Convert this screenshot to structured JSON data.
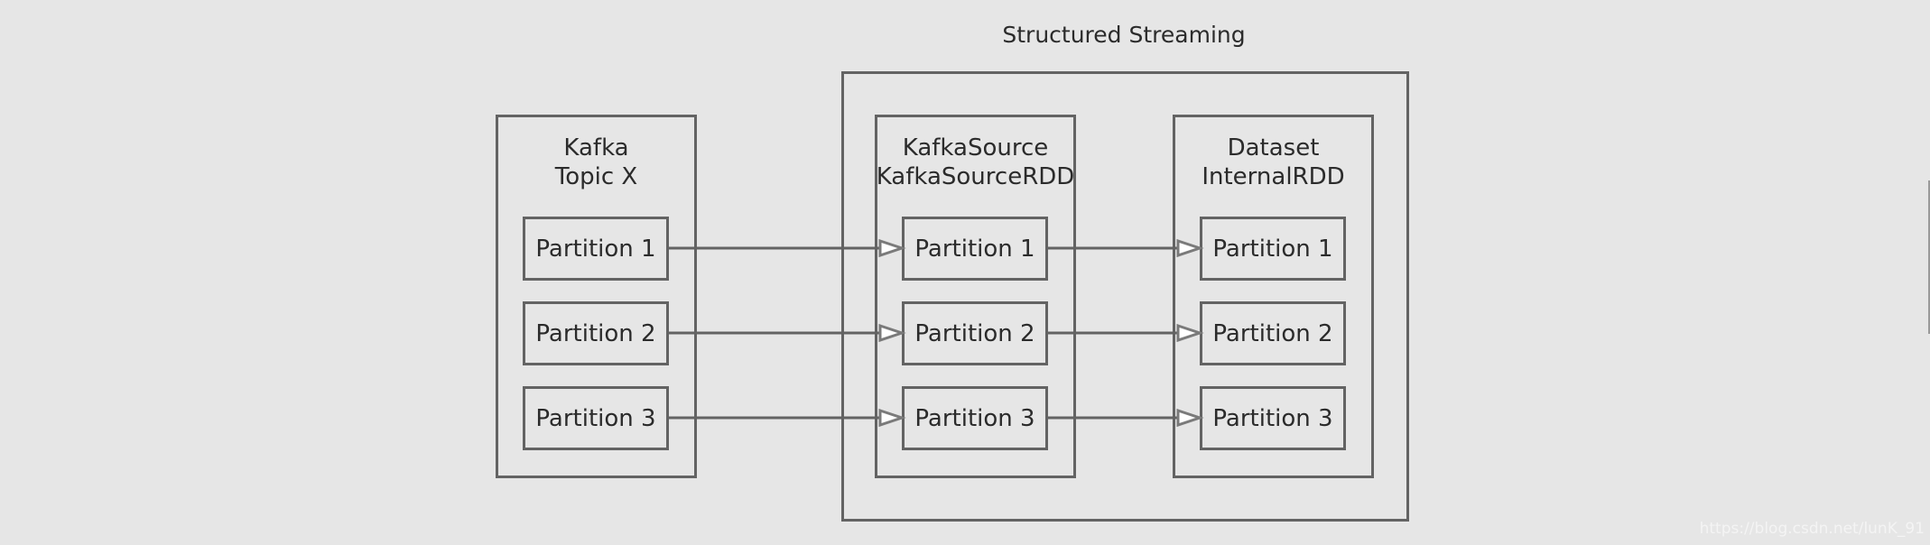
{
  "diagram": {
    "title": "Structured Streaming",
    "groups": {
      "kafka": {
        "line1": "Kafka",
        "line2": "Topic X",
        "partitions": [
          "Partition 1",
          "Partition 2",
          "Partition 3"
        ]
      },
      "kafka_source": {
        "line1": "KafkaSource",
        "line2": "KafkaSourceRDD",
        "partitions": [
          "Partition 1",
          "Partition 2",
          "Partition 3"
        ]
      },
      "dataset": {
        "line1": "Dataset",
        "line2": "InternalRDD",
        "partitions": [
          "Partition 1",
          "Partition 2",
          "Partition 3"
        ]
      }
    }
  },
  "watermark": "https://blog.csdn.net/lunK_91",
  "colors": {
    "background": "#e6e6e6",
    "stroke": "#636363",
    "arrowhead": "#7a7a7a",
    "text": "#2b2b2b"
  }
}
